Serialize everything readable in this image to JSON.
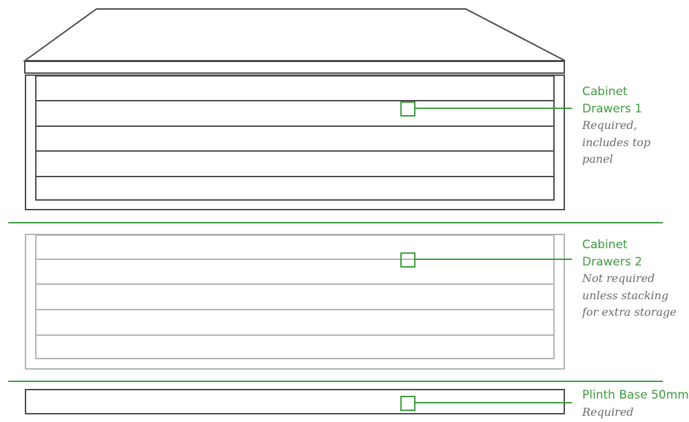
{
  "colors": {
    "accent": "#3d9b3d",
    "outline_dark": "#4a4a4a",
    "outline_light": "#b3b3b3",
    "note_text": "#6b6b6b"
  },
  "components": [
    {
      "title": "Cabinet\nDrawers 1",
      "note": "Required,\nincludes top\npanel"
    },
    {
      "title": "Cabinet\nDrawers 2",
      "note": "Not required\nunless stacking\nfor extra storage"
    },
    {
      "title": "Plinth Base 50mm",
      "note": "Required"
    }
  ]
}
